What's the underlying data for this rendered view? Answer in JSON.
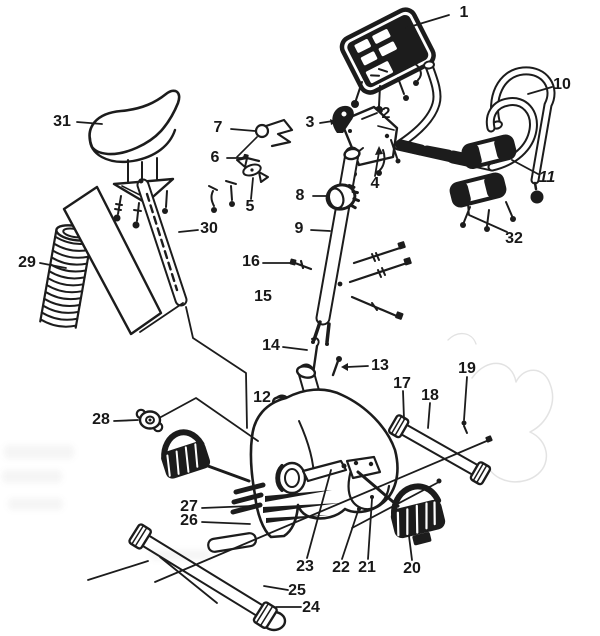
{
  "figure": {
    "kind": "exploded-parts-diagram",
    "colors": {
      "ink": "#1c1c1c",
      "paper": "#ffffff"
    }
  },
  "parts": {
    "p1": "1",
    "p2": "2",
    "p3": "3",
    "p4": "4",
    "p5": "5",
    "p6": "6",
    "p7": "7",
    "p8": "8",
    "p9": "9",
    "p10": "10",
    "p11": "11",
    "p12": "12",
    "p13": "13",
    "p14": "14",
    "p15": "15",
    "p16": "16",
    "p17": "17",
    "p18": "18",
    "p19": "19",
    "p20": "20",
    "p21": "21",
    "p22": "22",
    "p23": "23",
    "p24": "24",
    "p25": "25",
    "p26": "26",
    "p27": "27",
    "p28": "28",
    "p29": "29",
    "p30": "30",
    "p31": "31",
    "p32": "32"
  }
}
